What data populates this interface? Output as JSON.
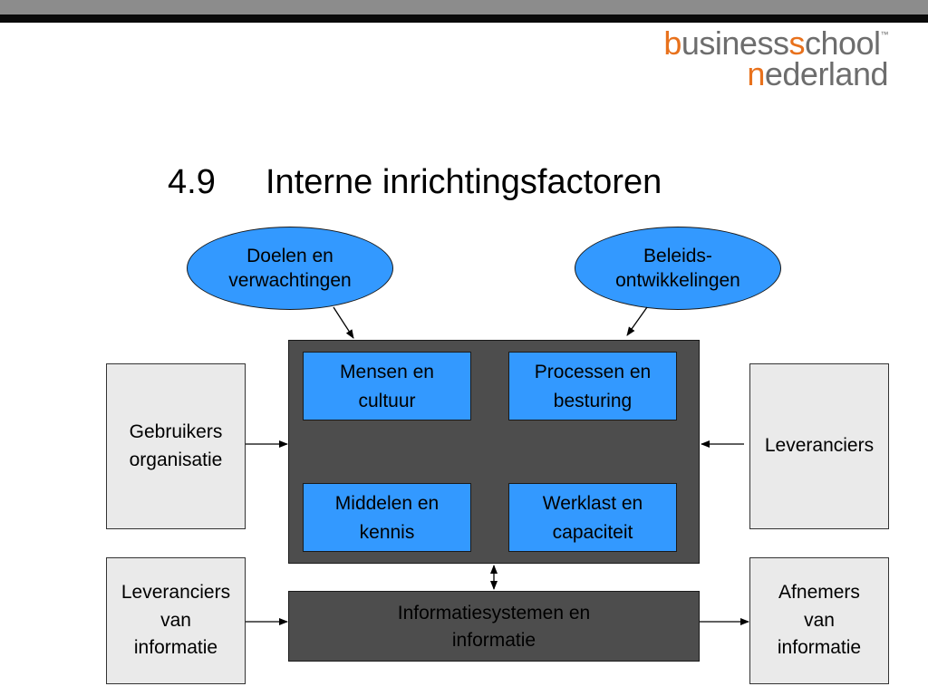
{
  "header": {
    "logo_line1_accent": "b",
    "logo_line1_mid": "usiness",
    "logo_line1_accent2": "s",
    "logo_line1_end": "chool",
    "logo_tm": "™",
    "logo_line2_accent": "n",
    "logo_line2_end": "ederland"
  },
  "slide": {
    "title_number": "4.9",
    "title_text": "Interne inrichtingsfactoren"
  },
  "diagram": {
    "ellipses": {
      "doelen": [
        "Doelen en",
        "verwachtingen"
      ],
      "beleid": [
        "Beleids-",
        "ontwikkelingen"
      ]
    },
    "inner_boxes": {
      "mensen": [
        "Mensen en",
        "cultuur"
      ],
      "processen": [
        "Processen en",
        "besturing"
      ],
      "middelen": [
        "Middelen en",
        "kennis"
      ],
      "werklast": [
        "Werklast en",
        "capaciteit"
      ]
    },
    "info_box": [
      "Informatiesystemen en",
      "informatie"
    ],
    "side_boxes": {
      "gebruikers": [
        "Gebruikers",
        "organisatie"
      ],
      "leveranciers": [
        "Leveranciers"
      ],
      "leveranciers_info": [
        "Leveranciers",
        "van",
        "informatie"
      ],
      "afnemers": [
        "Afnemers",
        "van",
        "informatie"
      ]
    },
    "colors": {
      "blue": "#3399ff",
      "dark_grey": "#4d4d4d",
      "light_grey": "#eaeaea",
      "accent_orange": "#e8711c"
    }
  }
}
